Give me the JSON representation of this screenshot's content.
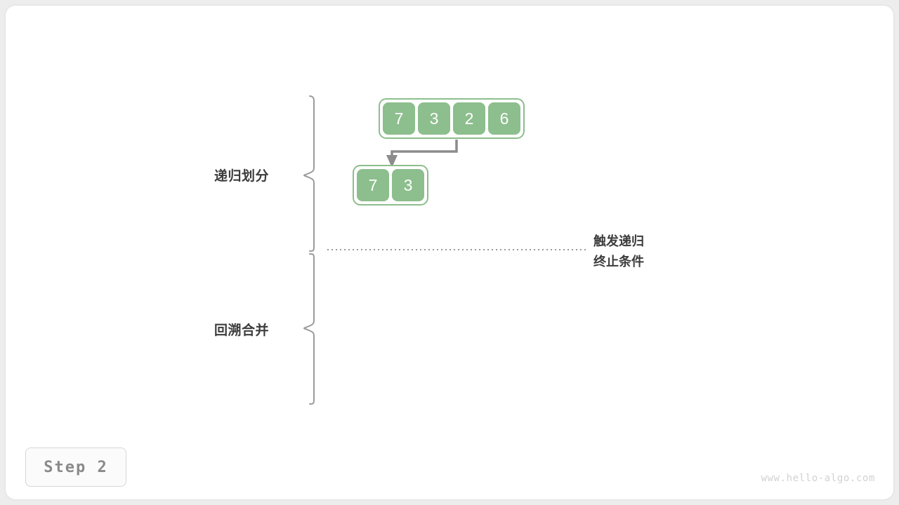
{
  "page": {
    "background_color": "#ededed",
    "card_color": "#ffffff"
  },
  "theme": {
    "cell_fill": "#8dbe8d",
    "cell_text": "#ffffff",
    "box_stroke": "#8dbe8d",
    "label_text": "#3c3c3c",
    "arrow_color": "#8c8c8c",
    "brace_color": "#9a9a9a",
    "dotted_color": "#9a9a9a",
    "badge_text": "#8a8a8a",
    "watermark_text": "#d2d2d2"
  },
  "diagram": {
    "title_phase_divide": "递归划分",
    "title_phase_merge": "回溯合并",
    "note_line1": "触发递归",
    "note_line2": "终止条件",
    "arrays": [
      {
        "name": "root-array",
        "values": [
          "7",
          "3",
          "2",
          "6"
        ]
      },
      {
        "name": "left-subarray",
        "values": [
          "7",
          "3"
        ]
      }
    ],
    "arrow_label": "divide-arrow"
  },
  "badge": {
    "label": "Step 2"
  },
  "watermark": {
    "text": "www.hello-algo.com"
  }
}
